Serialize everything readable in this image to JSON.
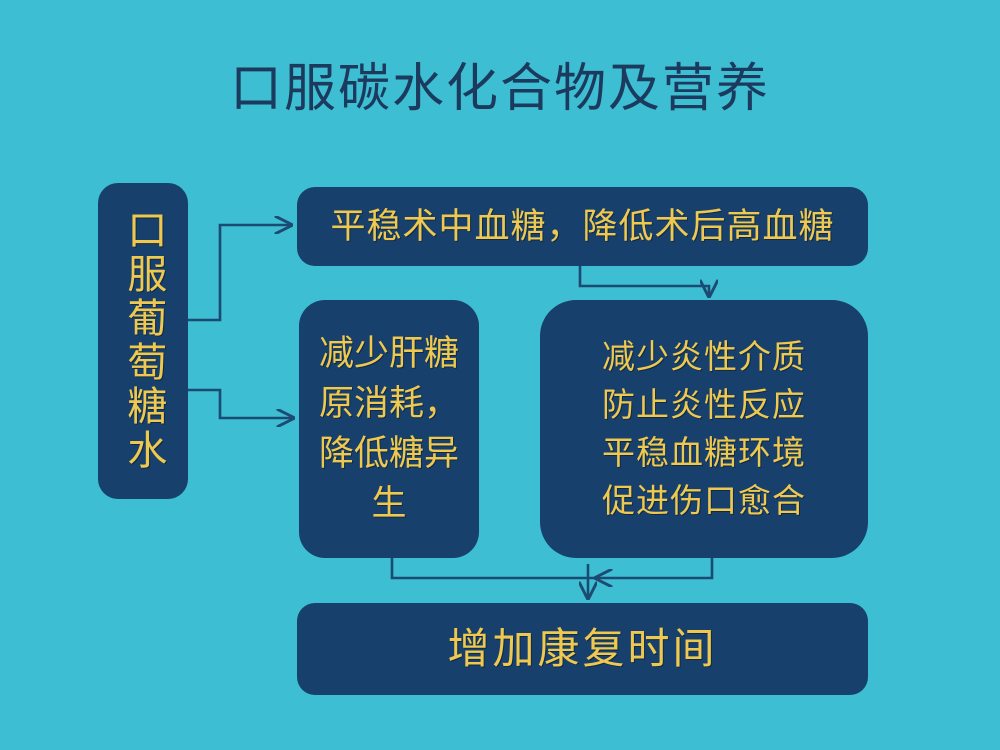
{
  "slide": {
    "title": "口服碳水化合物及营养",
    "background_color": "#3dbed3",
    "node_fill_color": "#17406c",
    "node_text_color": "#efc94f",
    "title_color": "#1c3a5d",
    "connector_color": "#1c4a72"
  },
  "nodes": {
    "source": {
      "label": "口服葡萄糖水",
      "orientation": "vertical"
    },
    "glycemia": {
      "label": "平稳术中血糖，降低术后高血糖"
    },
    "glycogen": {
      "label": "减少肝糖原消耗，降低糖异生",
      "lines": [
        "减少肝",
        "糖原消",
        "耗，降",
        "低糖异",
        "生"
      ]
    },
    "inflammation": {
      "lines": [
        "减少炎性介质",
        "防止炎性反应",
        "平稳血糖环境",
        "促进伤口愈合"
      ],
      "line1": "减少炎性介质",
      "line2": "防止炎性反应",
      "line3": "平稳血糖环境",
      "line4": "促进伤口愈合"
    },
    "recovery": {
      "label": "增加康复时间"
    }
  },
  "connectors": [
    {
      "name": "source-to-glycemia",
      "from": "source",
      "to": "glycemia",
      "style": "elbow-arrow"
    },
    {
      "name": "source-to-glycogen",
      "from": "source",
      "to": "glycogen",
      "style": "elbow-arrow"
    },
    {
      "name": "glycemia-to-inflammation",
      "from": "glycemia",
      "to": "inflammation",
      "style": "elbow-arrow"
    },
    {
      "name": "glycogen-to-recovery",
      "from": "glycogen",
      "to": "recovery",
      "style": "elbow-arrow"
    },
    {
      "name": "inflammation-to-recovery",
      "from": "inflammation",
      "to": "recovery",
      "style": "elbow-arrow"
    }
  ]
}
